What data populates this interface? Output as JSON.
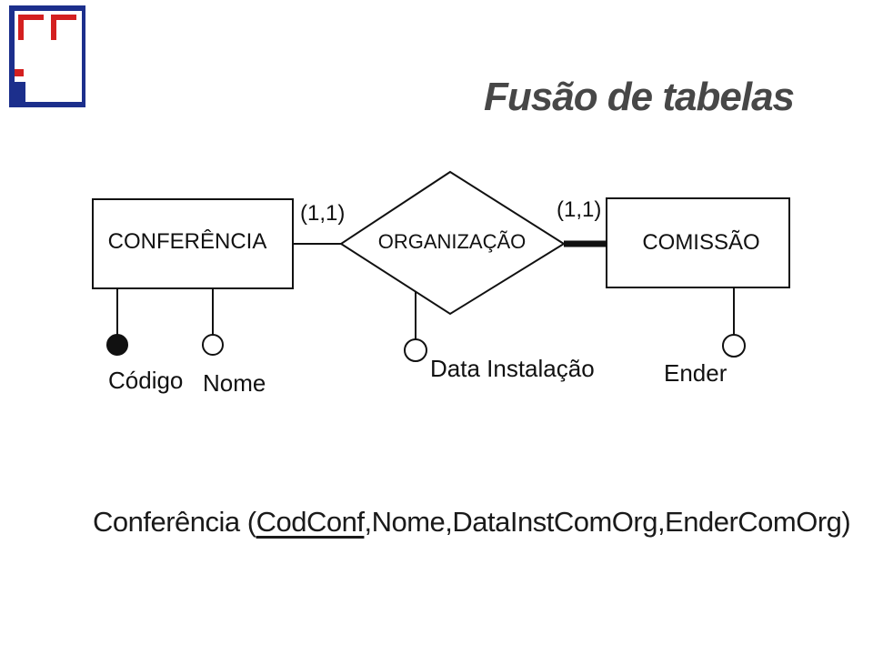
{
  "title": "Fusão de tabelas",
  "diagram": {
    "entity_left": "CONFERÊNCIA",
    "relationship": "ORGANIZAÇÃO",
    "entity_right": "COMISSÃO",
    "cardinality_left": "(1,1)",
    "cardinality_right": "(1,1)",
    "attributes": {
      "codigo": "Código",
      "nome": "Nome",
      "data_instalacao": "Data Instalação",
      "ender": "Ender"
    }
  },
  "relation": {
    "name": "Conferência",
    "open": " (",
    "key": "CodConf",
    "rest": ",Nome,DataInstComOrg,EnderComOrg)"
  },
  "colors": {
    "logo_blue": "#1c2f8c",
    "logo_red": "#d42020",
    "title_gray": "#474747"
  }
}
